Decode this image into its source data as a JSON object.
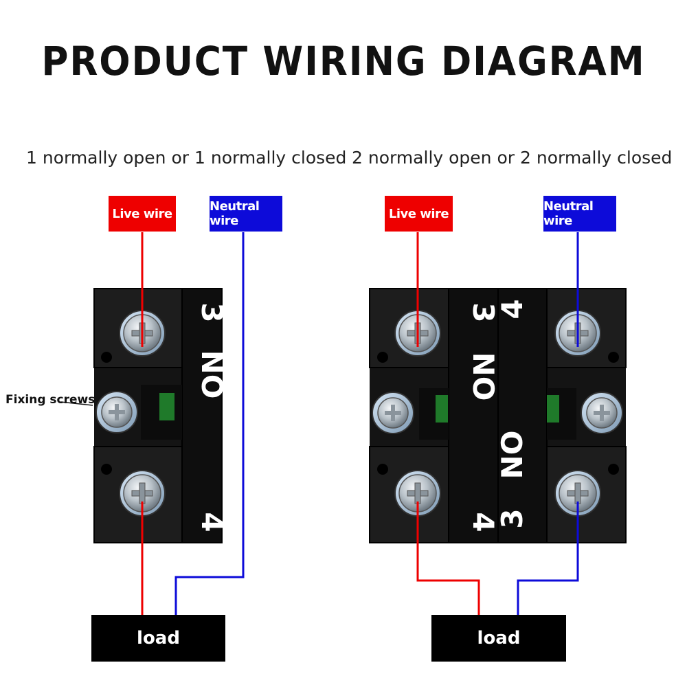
{
  "title": "PRODUCT WIRING DIAGRAM",
  "left": {
    "subtitle": "1 normally open or 1 normally closed",
    "live_label": "Live wire",
    "neutral_label": "Neutral wire",
    "terminal_top": "3",
    "contact_label": "NO",
    "terminal_bottom": "4",
    "load_label": "load"
  },
  "right": {
    "subtitle": "2 normally open or 2 normally closed",
    "live_label": "Live wire",
    "neutral_label": "Neutral wire",
    "left_terminal_top": "3",
    "left_contact_label": "NO",
    "left_terminal_bottom": "4",
    "right_terminal_top": "4",
    "right_contact_label": "NO",
    "right_terminal_bottom": "3",
    "load_label": "load"
  },
  "fixing_screws_label": "Fixing screws",
  "colors": {
    "live": "#ee0000",
    "neutral": "#0d0bd9",
    "block": "#141414"
  }
}
